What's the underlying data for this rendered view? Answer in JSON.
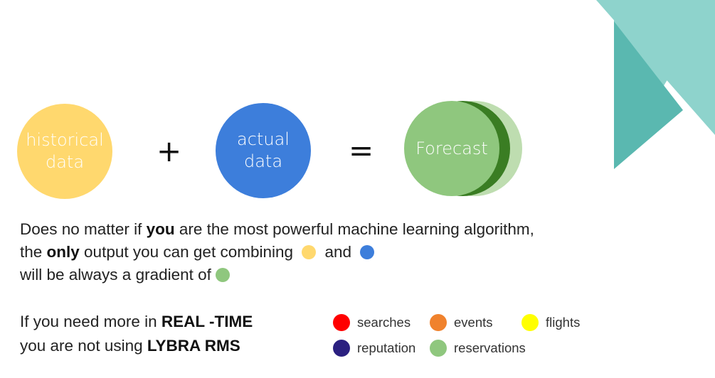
{
  "colors": {
    "historical": "#FFD86E",
    "actual": "#3D7EDB",
    "forecast_front": "#8FC77E",
    "forecast_mid": "#3A7D23",
    "forecast_back": "#BEDDB0",
    "teal_dark": "#5AB8B0",
    "teal_light": "#8ED3CC"
  },
  "equation": {
    "historical_label": "historical\ndata",
    "plus": "+",
    "actual_label": "actual\ndata",
    "equals": "=",
    "forecast_label": "Forecast"
  },
  "paragraph": {
    "line1_pre": "Does no matter if ",
    "line1_bold": "you",
    "line1_post": " are the most powerful machine learning algorithm,",
    "line2_pre": "the ",
    "line2_bold": "only",
    "line2_post": " output you can get combining ",
    "line2_and": " and ",
    "line3": "will be always a gradient of "
  },
  "realtime": {
    "line1_pre": "If you need more in ",
    "line1_bold": "REAL -TIME",
    "line2_pre": "you are not using ",
    "line2_bold": "LYBRA RMS"
  },
  "legend": [
    {
      "label": "searches",
      "color": "#FF0000"
    },
    {
      "label": "events",
      "color": "#F0822D"
    },
    {
      "label": "flights",
      "color": "#FFFF00"
    },
    {
      "label": "reputation",
      "color": "#2B2080"
    },
    {
      "label": "reservations",
      "color": "#8FC77E"
    }
  ]
}
